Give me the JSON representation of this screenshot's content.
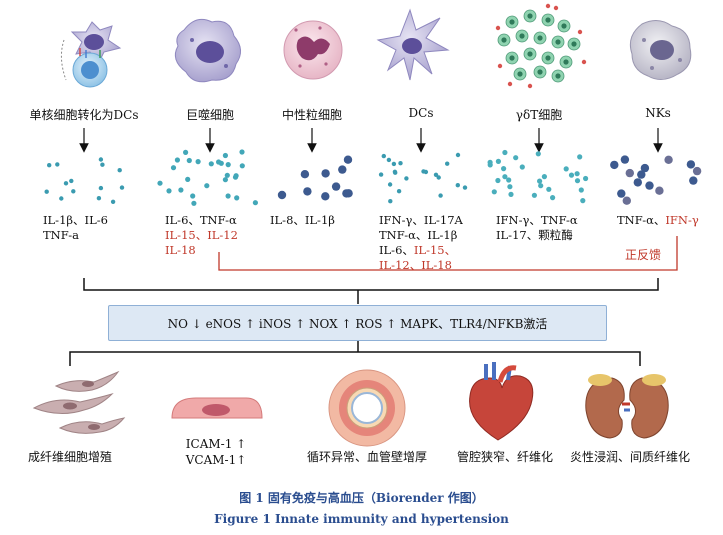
{
  "cells": [
    {
      "label": "单核细胞转化为DCs"
    },
    {
      "label": "巨噬细胞"
    },
    {
      "label": "中性粒细胞"
    },
    {
      "label": "DCs"
    },
    {
      "label": "γδT细胞"
    },
    {
      "label": "NKs"
    }
  ],
  "cytokines": {
    "mono": {
      "l1": "IL-1β、IL-6",
      "l2": "TNF-a"
    },
    "macro": {
      "l1": "IL-6、TNF-α",
      "l2": "IL-15、IL-12",
      "l3": "IL-18"
    },
    "neutro": {
      "l1": "IL-8、IL-1β"
    },
    "dc": {
      "l1": "IFN-γ、IL-17A",
      "l2": "TNF-α、IL-1β",
      "l3a": "IL-6、",
      "l3b": "IL-15、",
      "l4": "IL-12、IL-18"
    },
    "gdt": {
      "l1": "IFN-γ、TNF-α",
      "l2": "IL-17、颗粒酶"
    },
    "nk": {
      "l1a": "TNF-α、",
      "l1b": "IFN-γ"
    }
  },
  "feedback_label": "正反馈",
  "mechanism": "NO ↓ eNOS ↑ iNOS ↑ NOX ↑ ROS ↑ MAPK、TLR4/NFKB激活",
  "outcomes": [
    {
      "label": "成纤维细胞增殖"
    },
    {
      "label": "ICAM-1 ↑",
      "label2": "VCAM-1↑"
    },
    {
      "label": "循环异常、血管壁增厚"
    },
    {
      "label": "管腔狭窄、纤维化"
    },
    {
      "label": "炎性浸润、间质纤维化"
    }
  ],
  "caption_cn": "图 1 固有免疫与高血压（Biorender 作图）",
  "caption_en": "Figure 1 Innate immunity and hypertension",
  "colors": {
    "red": "#c0392b",
    "caption": "#2a4d8f",
    "box_bg": "#dde8f4",
    "box_border": "#8fb0d6"
  }
}
